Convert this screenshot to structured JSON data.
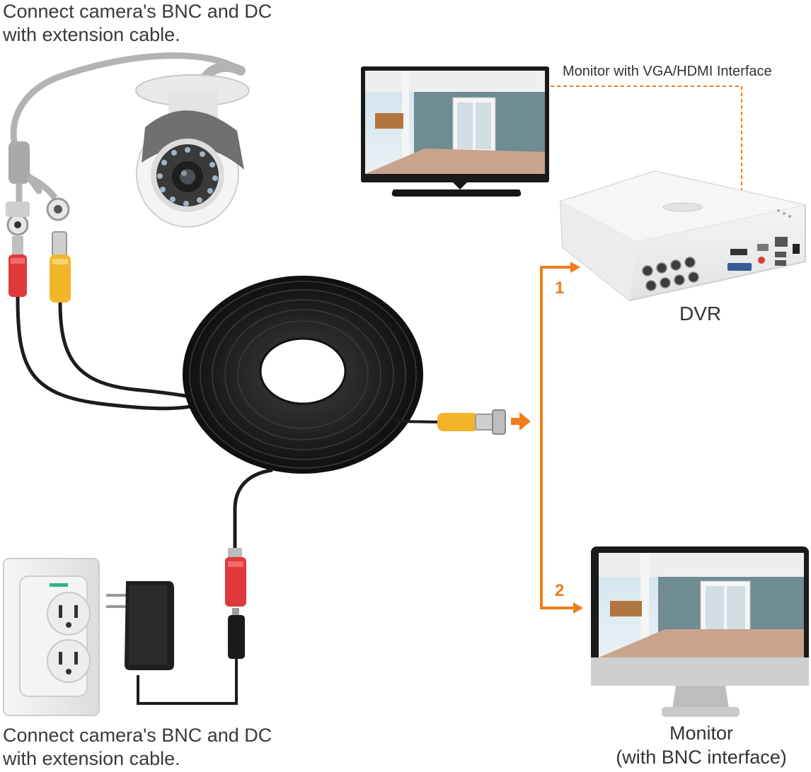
{
  "captions": {
    "top": [
      "Connect camera's BNC and DC",
      "with extension cable."
    ],
    "bottom": [
      "Connect camera's BNC and DC",
      "with extension cable."
    ]
  },
  "labels": {
    "vga_monitor": "Monitor with VGA/HDMI Interface",
    "dvr": "DVR",
    "bnc_monitor": [
      "Monitor",
      "(with BNC interface)"
    ]
  },
  "steps": [
    "1",
    "2"
  ],
  "colors": {
    "accent_orange": "#f07d1a",
    "cable_black": "#1c1c1c",
    "dc_red": "#e0393b",
    "bnc_yellow": "#f2b52a",
    "camera_white": "#f2f2f2"
  }
}
